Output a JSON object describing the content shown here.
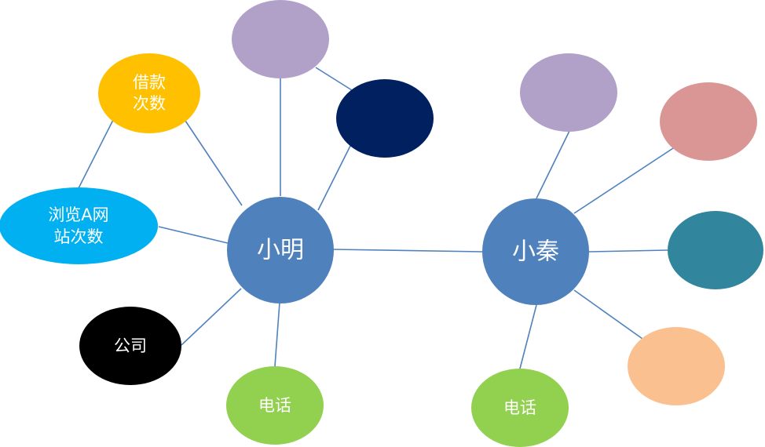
{
  "nodes": {
    "xiaoming": {
      "label": "小明",
      "color": "#4f81bd",
      "text_color": "#ffffff"
    },
    "xiaoqin": {
      "label": "小秦",
      "color": "#4f81bd",
      "text_color": "#ffffff"
    },
    "loan_count": {
      "label_lines": [
        "借款",
        "次数"
      ],
      "color": "#ffc000",
      "text_color": "#ffffff"
    },
    "browse_count": {
      "label_lines": [
        "浏览A网",
        "站次数"
      ],
      "color": "#00b0f0",
      "text_color": "#ffffff"
    },
    "company": {
      "label": "公司",
      "color": "#000000",
      "text_color": "#ffffff"
    },
    "phone_xiaoming": {
      "label": "电话",
      "color": "#92d050",
      "text_color": "#ffffff"
    },
    "phone_xiaoqin": {
      "label": "电话",
      "color": "#92d050",
      "text_color": "#ffffff"
    },
    "purple_xiaoming": {
      "label": "",
      "color": "#b1a0c7"
    },
    "navy_xiaoming": {
      "label": "",
      "color": "#002060"
    },
    "purple_xiaoqin": {
      "label": "",
      "color": "#b1a0c7"
    },
    "pink_xiaoqin": {
      "label": "",
      "color": "#da9694"
    },
    "teal_xiaoqin": {
      "label": "",
      "color": "#31859c"
    },
    "peach_xiaoqin": {
      "label": "",
      "color": "#fac090"
    }
  },
  "edge_color": "#4f81bd"
}
